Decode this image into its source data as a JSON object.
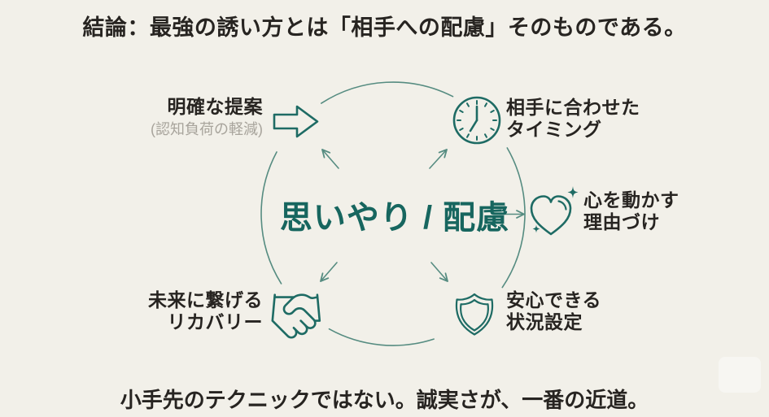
{
  "title": "結論：最強の誘い方とは「相手への配慮」そのものである。",
  "center": {
    "label": "思いやり / 配慮"
  },
  "nodes": {
    "proposal": {
      "label": "明確な提案",
      "sub": "(認知負荷の軽減)",
      "icon": "block-arrow-right-icon"
    },
    "timing": {
      "line1": "相手に合わせた",
      "line2": "タイミング",
      "icon": "clock-icon"
    },
    "reason": {
      "line1": "心を動かす",
      "line2": "理由づけ",
      "icon": "sparkle-heart-icon"
    },
    "safety": {
      "line1": "安心できる",
      "line2": "状況設定",
      "icon": "shield-icon"
    },
    "recovery": {
      "line1": "未来に繋げる",
      "line2": "リカバリー",
      "icon": "handshake-icon"
    }
  },
  "footer": "小手先のテクニックではない。誠実さが、一番の近道。",
  "colors": {
    "background": "#f2f0e9",
    "ink": "#272421",
    "muted": "#a8a49c",
    "teal": "#1e6b64",
    "teal_light": "#568c81"
  }
}
